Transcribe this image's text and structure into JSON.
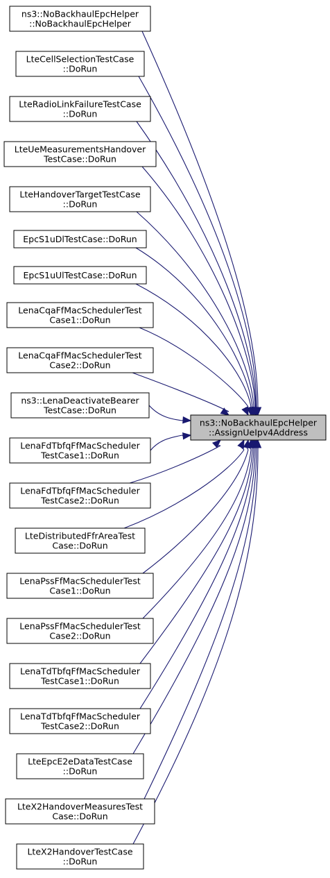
{
  "target": {
    "id": "target",
    "lines": [
      "ns3::NoBackhaulEpcHelper",
      "::AssignUeIpv4Address"
    ]
  },
  "callers": [
    {
      "id": "c01",
      "lines": [
        "ns3::NoBackhaulEpcHelper",
        "::NoBackhaulEpcHelper"
      ]
    },
    {
      "id": "c02",
      "lines": [
        "LteCellSelectionTestCase",
        "::DoRun"
      ]
    },
    {
      "id": "c03",
      "lines": [
        "LteRadioLinkFailureTestCase",
        "::DoRun"
      ]
    },
    {
      "id": "c04",
      "lines": [
        "LteUeMeasurementsHandover",
        "TestCase::DoRun"
      ]
    },
    {
      "id": "c05",
      "lines": [
        "LteHandoverTargetTestCase",
        "::DoRun"
      ]
    },
    {
      "id": "c06",
      "lines": [
        "EpcS1uDlTestCase::DoRun"
      ]
    },
    {
      "id": "c07",
      "lines": [
        "EpcS1uUlTestCase::DoRun"
      ]
    },
    {
      "id": "c08",
      "lines": [
        "LenaCqaFfMacSchedulerTest",
        "Case1::DoRun"
      ]
    },
    {
      "id": "c09",
      "lines": [
        "LenaCqaFfMacSchedulerTest",
        "Case2::DoRun"
      ]
    },
    {
      "id": "c10",
      "lines": [
        "ns3::LenaDeactivateBearer",
        "TestCase::DoRun"
      ]
    },
    {
      "id": "c11",
      "lines": [
        "LenaFdTbfqFfMacScheduler",
        "TestCase1::DoRun"
      ]
    },
    {
      "id": "c12",
      "lines": [
        "LenaFdTbfqFfMacScheduler",
        "TestCase2::DoRun"
      ]
    },
    {
      "id": "c13",
      "lines": [
        "LteDistributedFfrAreaTest",
        "Case::DoRun"
      ]
    },
    {
      "id": "c14",
      "lines": [
        "LenaPssFfMacSchedulerTest",
        "Case1::DoRun"
      ]
    },
    {
      "id": "c15",
      "lines": [
        "LenaPssFfMacSchedulerTest",
        "Case2::DoRun"
      ]
    },
    {
      "id": "c16",
      "lines": [
        "LenaTdTbfqFfMacScheduler",
        "TestCase1::DoRun"
      ]
    },
    {
      "id": "c17",
      "lines": [
        "LenaTdTbfqFfMacScheduler",
        "TestCase2::DoRun"
      ]
    },
    {
      "id": "c18",
      "lines": [
        "LteEpcE2eDataTestCase",
        "::DoRun"
      ]
    },
    {
      "id": "c19",
      "lines": [
        "LteX2HandoverMeasuresTest",
        "Case::DoRun"
      ]
    },
    {
      "id": "c20",
      "lines": [
        "LteX2HandoverTestCase",
        "::DoRun"
      ]
    }
  ],
  "style": {
    "edge_color": "#191970",
    "target_fill": "#bfbfbf",
    "node_fill": "#ffffff"
  }
}
